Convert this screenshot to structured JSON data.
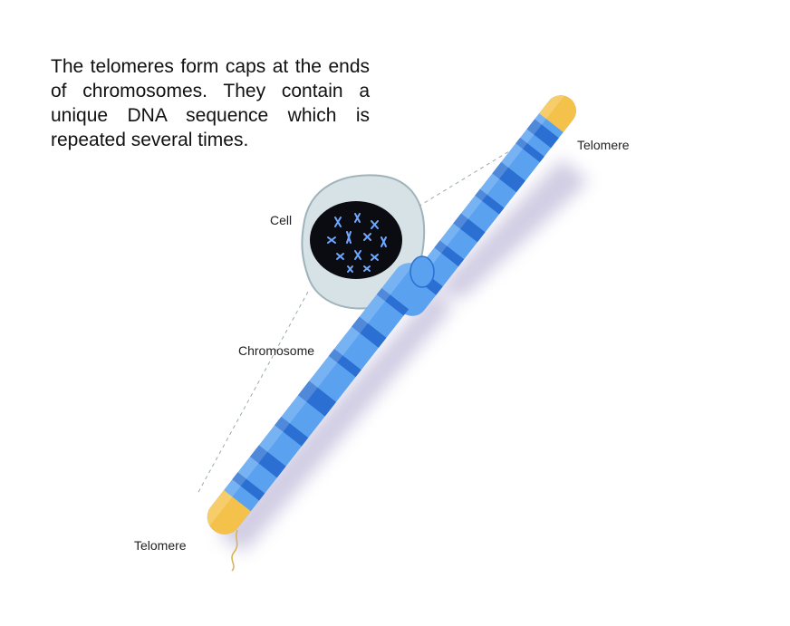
{
  "caption": "The telomeres form caps at the ends of chromosomes. They contain a unique DNA sequence which is repeated several times.",
  "labels": {
    "cell": "Cell",
    "chromosome": "Chromosome",
    "telomere_top": "Telomere",
    "telomere_bottom": "Telomere"
  },
  "colors": {
    "chromosome_light": "#5aa2ef",
    "chromosome_band": "#2a6fd1",
    "telomere": "#f4c24a",
    "cell_fill": "#d6e2e6",
    "nucleus": "#0b0b12"
  }
}
